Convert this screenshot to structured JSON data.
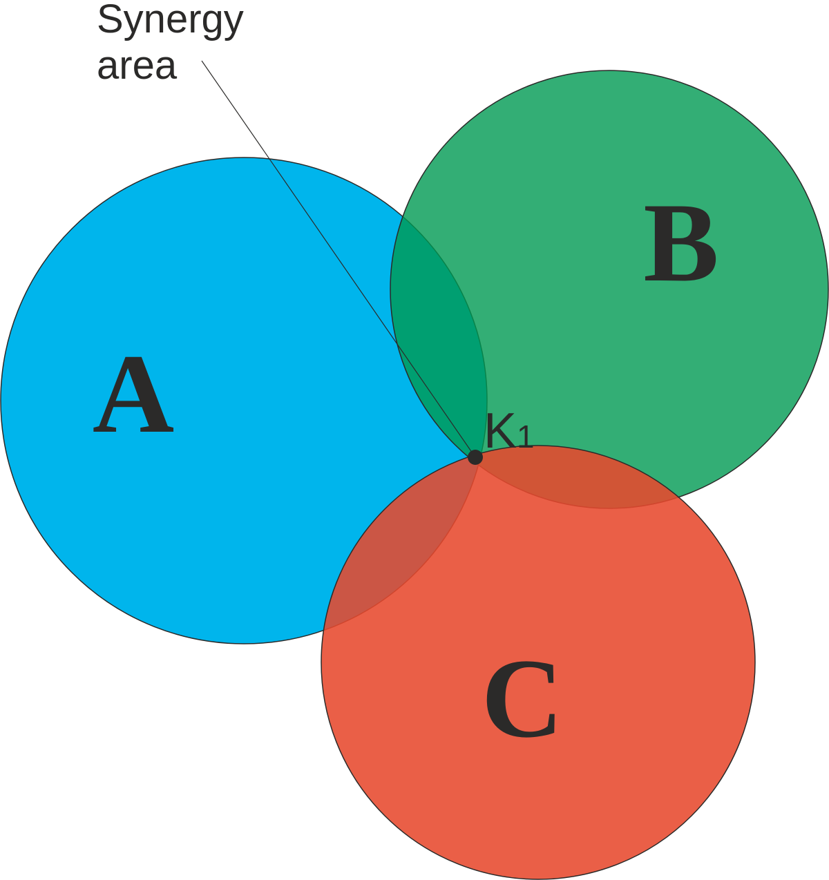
{
  "annotation": {
    "line1": "Synergy",
    "line2": "area"
  },
  "point": {
    "label_main": "K",
    "label_sub": "1"
  },
  "circles": {
    "a": {
      "label": "A",
      "color": "#00b5ec"
    },
    "b": {
      "label": "B",
      "color": "#009a52"
    },
    "c": {
      "label": "C",
      "color": "#e7492e"
    }
  },
  "colors": {
    "stroke": "#2b2a29",
    "text": "#2b2a29"
  }
}
